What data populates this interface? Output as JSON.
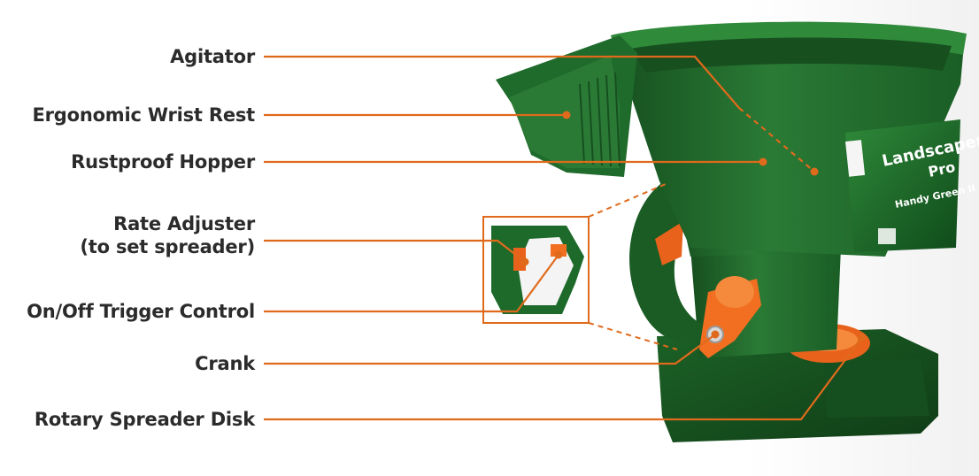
{
  "labels": {
    "agitator": "Agitator",
    "wrist_rest": "Ergonomic Wrist Rest",
    "hopper": "Rustproof Hopper",
    "rate_adjuster_line1": "Rate Adjuster",
    "rate_adjuster_line2": "(to set spreader)",
    "trigger": "On/Off Trigger Control",
    "crank": "Crank",
    "disk": "Rotary Spreader Disk"
  },
  "product_label": {
    "brand_line1": "Landscaper",
    "brand_line2": "Pro",
    "model": "Handy Green II"
  },
  "colors": {
    "leader_line": "#e06a1c",
    "product_green": "#1f6b2c",
    "accent_orange": "#f26f21",
    "label_text": "#2b2b2b"
  }
}
